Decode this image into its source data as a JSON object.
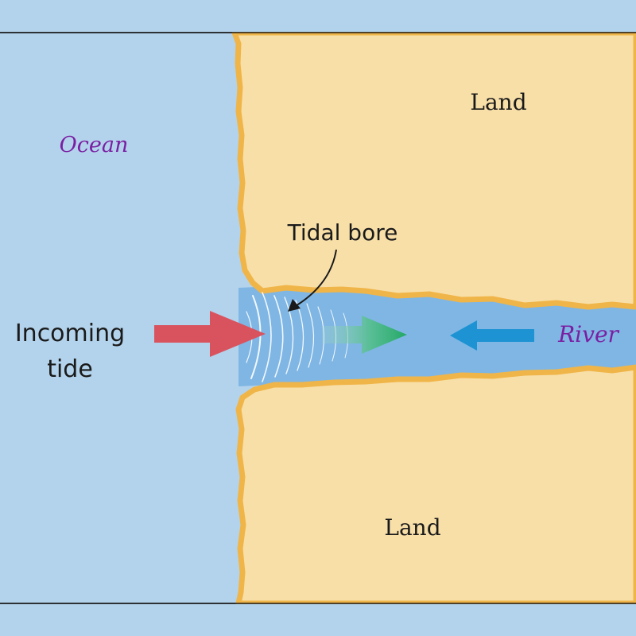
{
  "labels": {
    "ocean": "Ocean",
    "land_top": "Land",
    "land_bottom": "Land",
    "tidal_bore": "Tidal bore",
    "incoming_line1": "Incoming",
    "incoming_line2": "tide",
    "river": "River"
  },
  "colors": {
    "page_background": "#b3d3ec",
    "ocean": "#b3d3ec",
    "land": "#f8dfa8",
    "shore": "#f0b548",
    "river": "#7fb6e4",
    "incoming_arrow": "#d9535f",
    "bore_arrow": "#2fae6e",
    "river_arrow": "#1d93d3",
    "italic_label": "#7a1fa2"
  }
}
